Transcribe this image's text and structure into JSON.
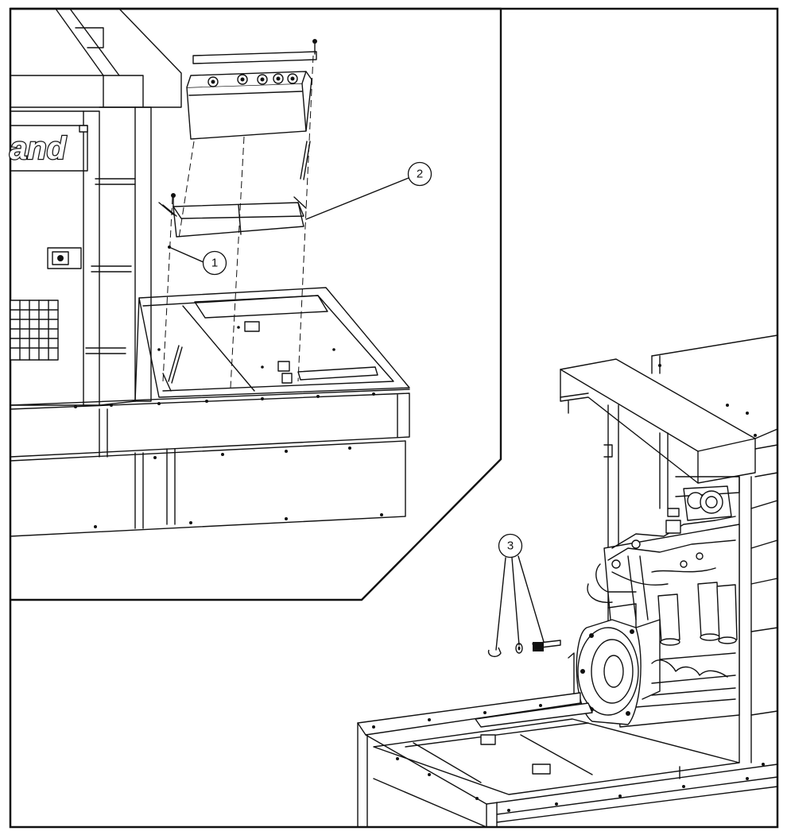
{
  "brand_fragment": "and",
  "callouts": [
    {
      "label": "1"
    },
    {
      "label": "2"
    },
    {
      "label": "3"
    }
  ]
}
